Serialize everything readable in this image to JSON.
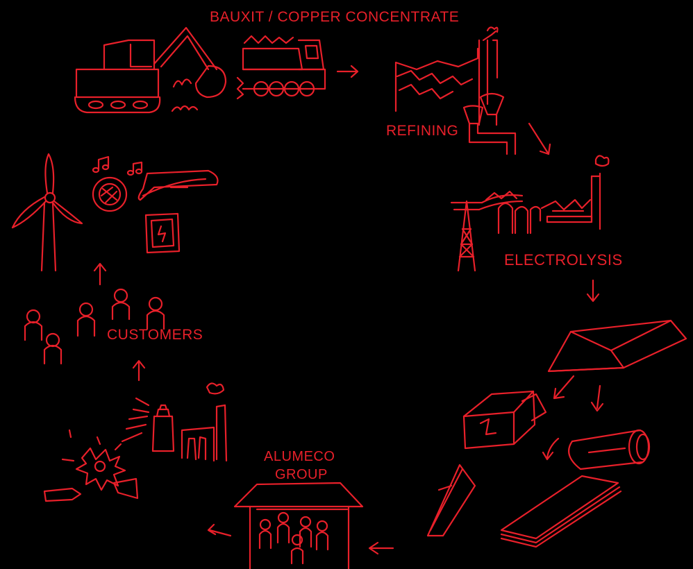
{
  "labels": {
    "source": "BAUXIT / COPPER CONCENTRATE",
    "refining": "REFINING",
    "electrolysis": "ELECTROLYSIS",
    "company_line1": "ALUMECO",
    "company_line2": "GROUP",
    "customers": "CUSTOMERS"
  },
  "colors": {
    "ink": "#e8202a",
    "background": "#000000"
  },
  "icons": [
    "excavator-icon",
    "mining-truck-icon",
    "refinery-factory-icon",
    "power-pylon-icon",
    "electrolysis-plant-icon",
    "metal-ingot-icon",
    "metal-block-icon",
    "metal-tube-icon",
    "metal-sheet-icon",
    "metal-profile-icon",
    "warehouse-icon",
    "recycling-burst-icon",
    "spray-can-icon",
    "recycling-factory-icon",
    "customer-people-icon",
    "wind-turbine-icon",
    "speaker-icon",
    "airplane-icon",
    "electrical-panel-icon"
  ]
}
